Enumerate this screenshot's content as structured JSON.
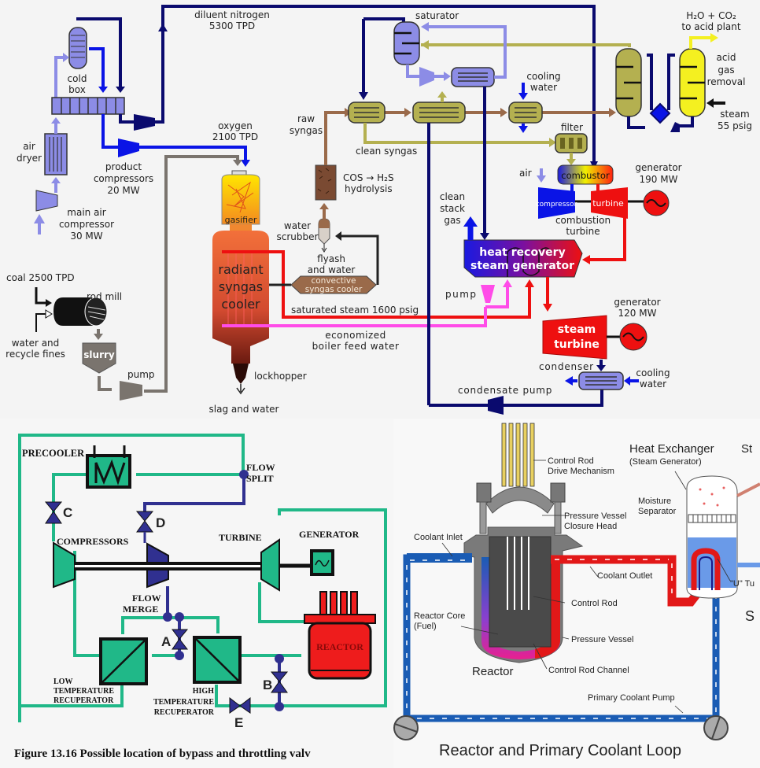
{
  "colors": {
    "background": "#f4f4f4",
    "nitrogen_dark": "#0a0a6e",
    "oxygen_blue": "#0a14e6",
    "air_lavender": "#8c8ce6",
    "syngas_brown": "#9a6a4a",
    "clean_syngas_olive": "#b4b050",
    "steam_red": "#ee1010",
    "feedwater_pink": "#ff4ce8",
    "slurry_gray": "#7a746e",
    "brayton_green": "#20b888",
    "brayton_purple": "#303090",
    "reactor_red": "#ee1c1c",
    "coolant_blue": "#1a5cb4",
    "coolant_hot": "#e21818"
  },
  "igcc": {
    "labels": {
      "diluent_nitrogen": [
        "diluent nitrogen",
        "5300 TPD"
      ],
      "cold_box": [
        "cold",
        "box"
      ],
      "air_dryer": [
        "air",
        "dryer"
      ],
      "main_air_compressor": [
        "main air",
        "compressor",
        "30 MW"
      ],
      "product_compressors": [
        "product",
        "compressors",
        "20 MW"
      ],
      "oxygen": [
        "oxygen",
        "2100 TPD"
      ],
      "gasifier": "gasifier",
      "radiant_syngas_cooler": [
        "radiant",
        "syngas",
        "cooler"
      ],
      "coal": "coal 2500 TPD",
      "rod_mill": "rod mill",
      "water_recycle": [
        "water and",
        "recycle fines"
      ],
      "slurry": "slurry",
      "pump_left": "pump",
      "lockhopper": "lockhopper",
      "slag": "slag and water",
      "raw_syngas": [
        "raw",
        "syngas"
      ],
      "clean_syngas": "clean syngas",
      "cos_hydrolysis": [
        "COS → H₂S",
        "hydrolysis"
      ],
      "water_scrubber": [
        "water",
        "scrubber"
      ],
      "flyash": [
        "flyash",
        "and water"
      ],
      "convective_cooler": [
        "convective",
        "syngas cooler"
      ],
      "saturated_steam": "saturated steam 1600 psig",
      "economized": [
        "economized",
        "boiler feed water"
      ],
      "saturator": "saturator",
      "cooling_water_top": [
        "cooling",
        "water"
      ],
      "filter": "filter",
      "acid_plant": [
        "H₂O + CO₂",
        "to acid plant"
      ],
      "acid_gas_removal": [
        "acid",
        "gas",
        "removal"
      ],
      "steam_55": [
        "steam",
        "55 psig"
      ],
      "air": "air",
      "combustor": "combustor",
      "compressor": "compressor",
      "turbine": "turbine",
      "combustion_turbine": [
        "combustion",
        "turbine"
      ],
      "generator_190": [
        "generator",
        "190 MW"
      ],
      "clean_stack_gas": [
        "clean",
        "stack",
        "gas"
      ],
      "hrsg": [
        "heat recovery",
        "steam generator"
      ],
      "pump_mid": "pump",
      "generator_120": [
        "generator",
        "120 MW"
      ],
      "steam_turbine": [
        "steam",
        "turbine"
      ],
      "condenser": "condenser",
      "cooling_water_bottom": [
        "cooling",
        "water"
      ],
      "condensate_pump": "condensate pump"
    }
  },
  "brayton": {
    "labels": {
      "precooler": "PRECOOLER",
      "flow_split": [
        "FLOW",
        "SPLIT"
      ],
      "valve_c": "C",
      "valve_d": "D",
      "compressors": "COMPRESSORS",
      "turbine": "TURBINE",
      "generator": "GENERATOR",
      "flow_merge": [
        "FLOW",
        "MERGE"
      ],
      "valve_a": "A",
      "valve_b": "B",
      "valve_e": "E",
      "reactor": "REACTOR",
      "ltr": [
        "LOW",
        "TEMPERATURE",
        "RECUPERATOR"
      ],
      "htr": [
        "HIGH",
        "TEMPERATURE",
        "RECUPERATOR"
      ]
    },
    "caption": "Figure 13.16 Possible location of bypass and throttling valv"
  },
  "pwr": {
    "labels": {
      "crdm": [
        "Control Rod",
        "Drive Mechanism"
      ],
      "closure_head": [
        "Pressure Vessel",
        "Closure Head"
      ],
      "coolant_inlet": "Coolant Inlet",
      "coolant_outlet": "Coolant Outlet",
      "control_rod": "Control Rod",
      "reactor_core": [
        "Reactor Core",
        "(Fuel)"
      ],
      "pressure_vessel": "Pressure Vessel",
      "reactor": "Reactor",
      "control_rod_channel": "Control Rod Channel",
      "heat_exchanger": "Heat Exchanger",
      "steam_generator": "(Steam Generator)",
      "moisture_separator": [
        "Moisture",
        "Separator"
      ],
      "u_tube": "\"U\" Tu",
      "st_partial": "St",
      "s_partial": "S",
      "primary_pump": "Primary Coolant Pump"
    },
    "caption": "Reactor and Primary Coolant Loop"
  }
}
